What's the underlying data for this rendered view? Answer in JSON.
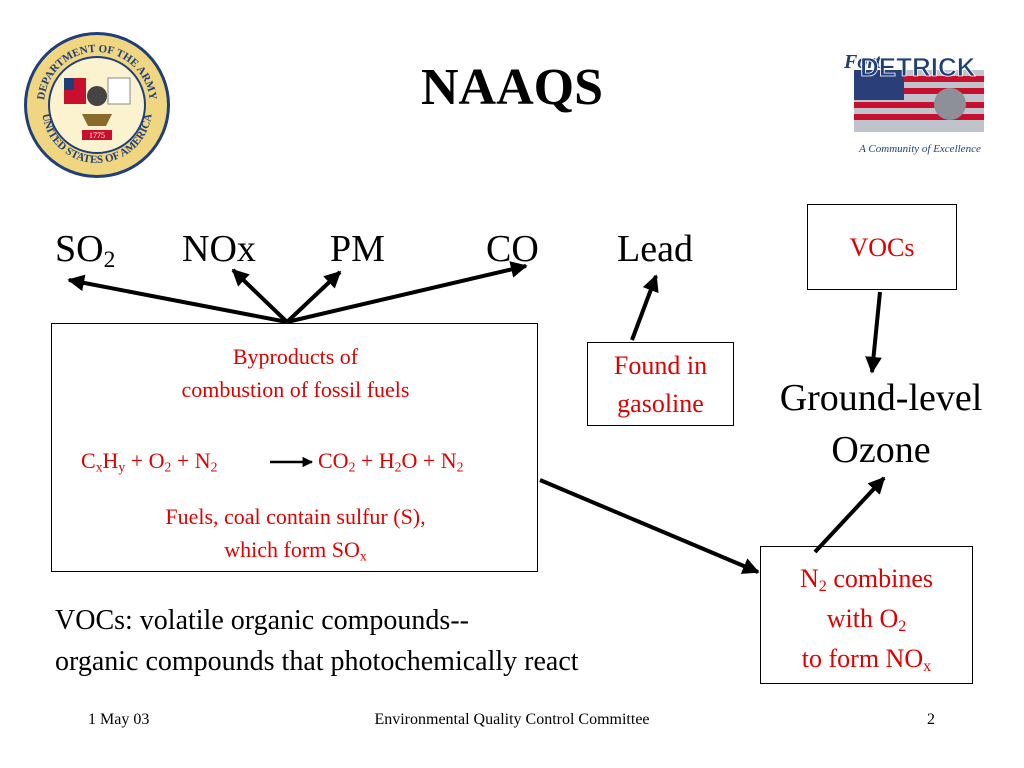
{
  "slide": {
    "title": "NAAQS",
    "pollutants": {
      "so_main": "SO",
      "so_sub": "2",
      "nox": "NOx",
      "pm": "PM",
      "co": "CO",
      "lead": "Lead"
    },
    "vocs_box": "VOCs",
    "found_box": {
      "line1": "Found in",
      "line2": "gasoline"
    },
    "ozone": {
      "line1": "Ground-level",
      "line2": "Ozone"
    },
    "combustion_box": {
      "line1": "Byproducts of",
      "line2": "combustion of fossil fuels",
      "eq_lhs": [
        {
          "t": "C"
        },
        {
          "t": "x",
          "sub": true
        },
        {
          "t": "H"
        },
        {
          "t": "y",
          "sub": true
        },
        {
          "t": " + O"
        },
        {
          "t": "2",
          "sub": true
        },
        {
          "t": " + N"
        },
        {
          "t": "2",
          "sub": true
        }
      ],
      "eq_rhs": [
        {
          "t": "CO"
        },
        {
          "t": "2",
          "sub": true
        },
        {
          "t": " + H"
        },
        {
          "t": "2",
          "sub": true
        },
        {
          "t": "O + N"
        },
        {
          "t": "2",
          "sub": true
        }
      ],
      "fuels_line1": "Fuels, coal contain sulfur (S),",
      "fuels_line2": "which form SO",
      "fuels_sub": "x"
    },
    "n2_box": {
      "n": "N",
      "n_sub": "2",
      "combines": " combines",
      "with": "with O",
      "with_sub": "2",
      "form": "to form NO",
      "form_sub": "x"
    },
    "vocs_definition": {
      "line1": "VOCs:  volatile organic compounds--",
      "line2": "organic compounds that photochemically react"
    },
    "footer": {
      "date": "1 May 03",
      "committee": "Environmental Quality Control Committee",
      "page": "2"
    },
    "logos": {
      "army_seal_text_top": "DEPARTMENT OF THE ARMY",
      "army_seal_text_bottom": "UNITED STATES OF AMERICA",
      "army_seal_year": "1775",
      "detrick_name": "DETRICK",
      "detrick_fort": "Fort",
      "detrick_tagline": "A Community of Excellence"
    },
    "colors": {
      "accent_red": "#e00000"
    }
  }
}
